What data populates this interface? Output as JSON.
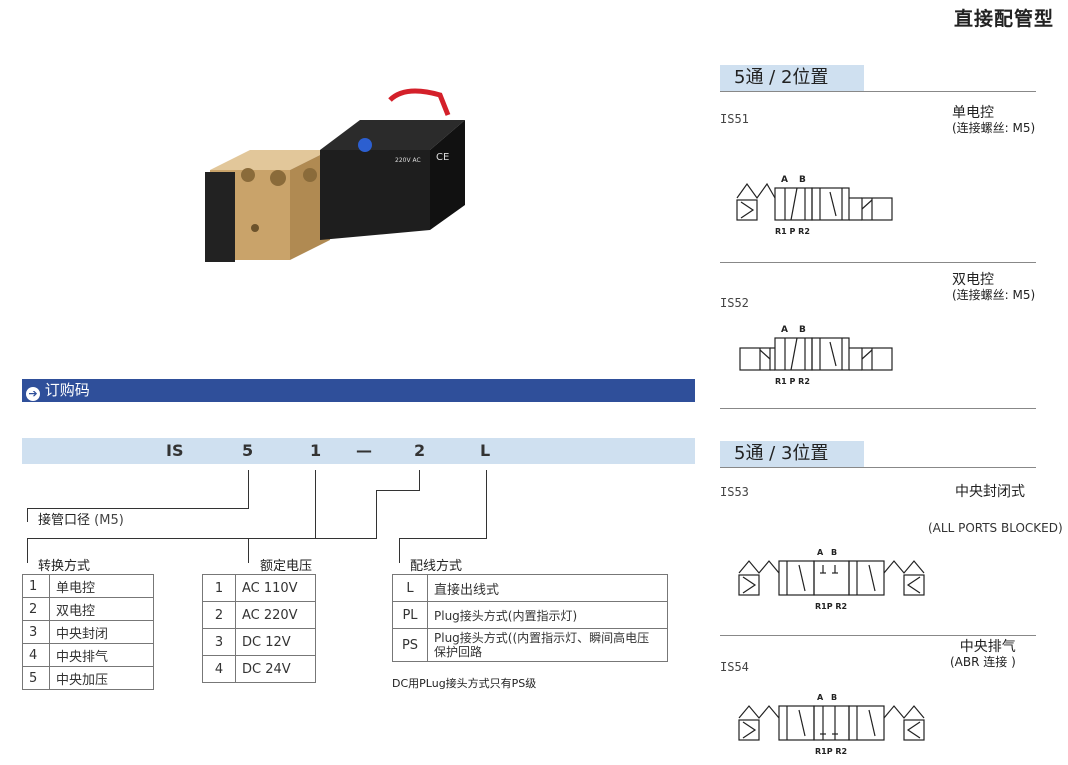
{
  "header": {
    "title": "直接配管型"
  },
  "order": {
    "label": "订购码"
  },
  "code": {
    "chars": [
      "IS",
      "5",
      "1",
      "—",
      "2",
      "L"
    ]
  },
  "port": {
    "label": "接管口径",
    "value": "(M5)"
  },
  "switching": {
    "label": "转换方式",
    "rows": [
      {
        "n": "1",
        "text": "单电控"
      },
      {
        "n": "2",
        "text": "双电控"
      },
      {
        "n": "3",
        "text": "中央封闭"
      },
      {
        "n": "4",
        "text": "中央排气"
      },
      {
        "n": "5",
        "text": "中央加压"
      }
    ]
  },
  "voltage": {
    "label": "额定电压",
    "rows": [
      {
        "n": "1",
        "text": "AC 110V"
      },
      {
        "n": "2",
        "text": "AC 220V"
      },
      {
        "n": "3",
        "text": "DC  12V"
      },
      {
        "n": "4",
        "text": "DC  24V"
      }
    ]
  },
  "wiring": {
    "label": "配线方式",
    "rows": [
      {
        "n": "L",
        "text": "直接出线式"
      },
      {
        "n": "PL",
        "text": "Plug接头方式(内置指示灯)"
      },
      {
        "n": "PS",
        "text": "Plug接头方式((内置指示灯、瞬间高电压保护回路"
      }
    ],
    "note": "DC用PLug接头方式只有PS级"
  },
  "product": {
    "label_voltage": "220V AC",
    "label_ce": "CE"
  },
  "sections": [
    {
      "title": "5通 / 2位置",
      "items": [
        {
          "model": "IS51",
          "desc": "单电控",
          "sub": "(连接螺丝: M5)"
        },
        {
          "model": "IS52",
          "desc": "双电控",
          "sub": "(连接螺丝: M5)"
        }
      ]
    },
    {
      "title": "5通  / 3位置",
      "items": [
        {
          "model": "IS53",
          "desc": "中央封闭式",
          "sub": "(ALL PORTS BLOCKED)"
        },
        {
          "model": "IS54",
          "desc": "中央排气",
          "sub": "(ABR  连接 )"
        }
      ]
    }
  ],
  "symbol": {
    "a": "A",
    "b": "B",
    "ports": "R1 P R2",
    "ports3": "R1P R2"
  }
}
